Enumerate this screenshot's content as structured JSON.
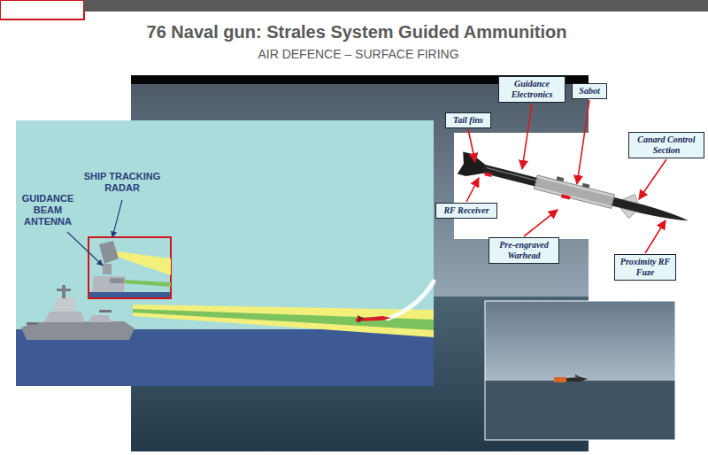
{
  "diagram": {
    "title": "76 Naval gun: Strales System Guided Ammunition",
    "nodes": [
      {
        "text": [
          "Guidance Electronics"
        ]
      },
      {
        "text": [
          "Sabot"
        ]
      },
      {
        "text": [
          "Tail fins"
        ]
      },
      {
        "text": [
          "Canard Control Section"
        ]
      },
      {
        "text": [
          "RF Receiver"
        ]
      },
      {
        "text": [
          "Pre-engraved Warhead"
        ]
      },
      {
        "text": [
          "Proximity RF Fuze"
        ]
      }
    ],
    "labels": [
      "AIR DEFENCE – SURFACE FIRING",
      "SHIP TRACKING RADAR",
      "GUIDANCE BEAM ANTENNA"
    ]
  }
}
